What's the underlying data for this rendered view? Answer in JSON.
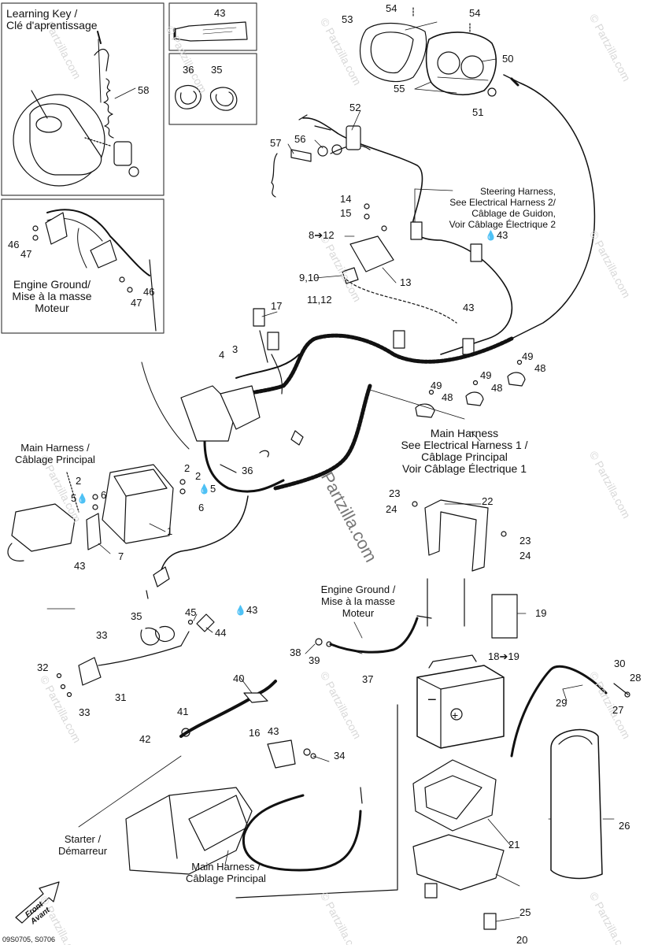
{
  "callouts": {
    "learning_key": [
      "Learning Key /",
      "Clé d'aprentissage"
    ],
    "engine_ground_box": [
      "Engine Ground/",
      "Mise à la masse",
      "Moteur"
    ],
    "steering_harness": [
      "Steering Harness,",
      "See Electrical Harness 2/",
      "Câblage de Guidon,",
      "Voir Câblage Électrique 2"
    ],
    "main_harness_center": [
      "Main Harness",
      "See Electrical Harness 1 /",
      "Câblage Principal",
      "Voir Câblage Électrique 1"
    ],
    "main_harness_left": [
      "Main Harness /",
      "Câblage Principal"
    ],
    "engine_ground_center": [
      "Engine Ground /",
      "Mise à la masse",
      "Moteur"
    ],
    "starter": [
      "Starter /",
      "Démarreur"
    ],
    "main_harness_bottom": [
      "Main Harness /",
      "Câblage Principal"
    ],
    "front": [
      "Front",
      "Avant"
    ]
  },
  "part_numbers": {
    "p1": "1",
    "p2a": "2",
    "p2b": "2",
    "p2c": "2",
    "p3": "3",
    "p4": "4",
    "p5a": "5",
    "p5b": "5",
    "p6a": "6",
    "p6b": "6",
    "p7": "7",
    "p8_12": "8➔12",
    "p9_10": "9,10",
    "p11_12": "11,12",
    "p13": "13",
    "p14": "14",
    "p15": "15",
    "p16": "16",
    "p17": "17",
    "p18_19": "18➔19",
    "p19": "19",
    "p20": "20",
    "p21": "21",
    "p22": "22",
    "p23a": "23",
    "p23b": "23",
    "p24a": "24",
    "p24b": "24",
    "p25": "25",
    "p26": "26",
    "p27": "27",
    "p28": "28",
    "p29": "29",
    "p30": "30",
    "p31": "31",
    "p32": "32",
    "p33a": "33",
    "p33b": "33",
    "p34": "34",
    "p35a": "35",
    "p35b": "35",
    "p36a": "36",
    "p36b": "36",
    "p37": "37",
    "p38": "38",
    "p39": "39",
    "p40": "40",
    "p41": "41",
    "p42": "42",
    "p43_tube": "43",
    "p43_a": "43",
    "p43_b": "43",
    "p43_c": "43",
    "p43_d": "43",
    "p43_e": "43",
    "p44": "44",
    "p45": "45",
    "p46a": "46",
    "p46b": "46",
    "p47a": "47",
    "p47b": "47",
    "p48a": "48",
    "p48b": "48",
    "p48c": "48",
    "p49a": "49",
    "p49b": "49",
    "p49c": "49",
    "p50": "50",
    "p51": "51",
    "p52": "52",
    "p53": "53",
    "p54a": "54",
    "p54b": "54",
    "p55": "55",
    "p56": "56",
    "p57": "57",
    "p58": "58"
  },
  "watermark": {
    "brand": "Partzilla.com",
    "copyright": "© Partzilla.com"
  },
  "drawing_code": "09S0705, S0706",
  "colors": {
    "line": "#111111",
    "watermark": "#d8d8d8",
    "frame": "#555555"
  }
}
